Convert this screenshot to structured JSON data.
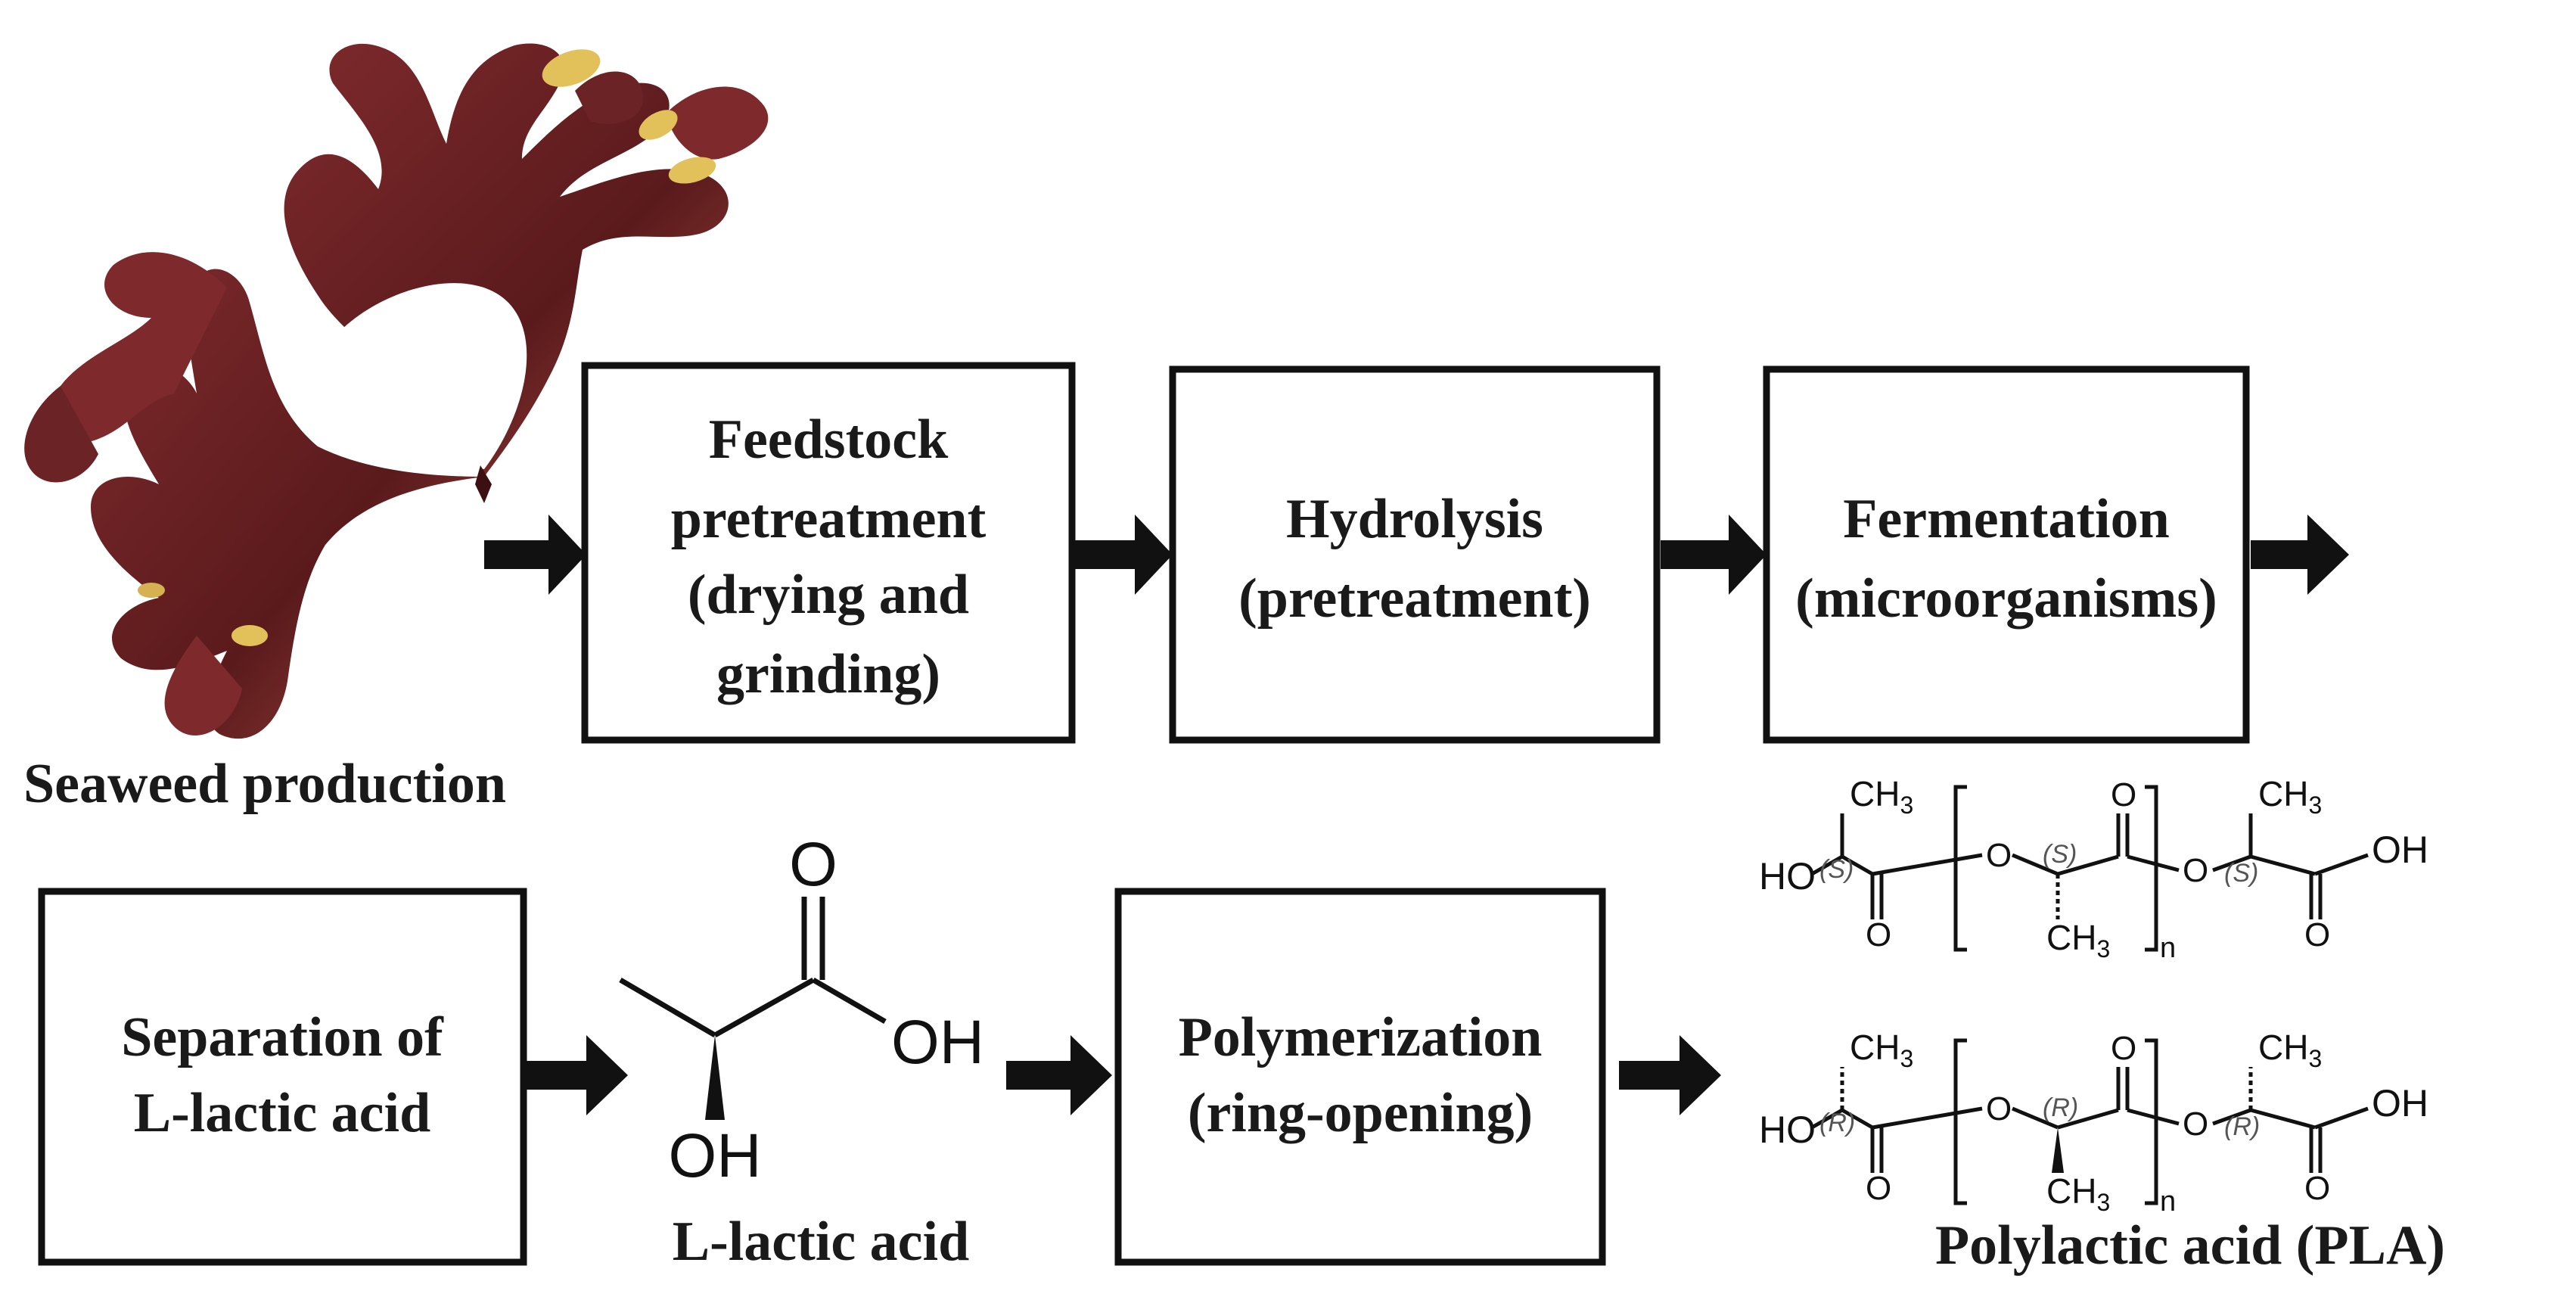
{
  "colors": {
    "box_stroke": "#111111",
    "arrow": "#111111",
    "seaweed_dark": "#5a1a1c",
    "seaweed_mid": "#7e2a2c",
    "seaweed_light": "#a5463e",
    "seaweed_tip": "#e2c15a"
  },
  "seaweed": {
    "caption": "Seaweed production"
  },
  "steps": {
    "feedstock": {
      "lines": [
        "Feedstock",
        "pretreatment",
        "(drying and",
        "grinding)"
      ]
    },
    "hydrolysis": {
      "lines": [
        "Hydrolysis",
        "(pretreatment)"
      ]
    },
    "fermentation": {
      "lines": [
        "Fermentation",
        "(microorganisms)"
      ]
    },
    "separation": {
      "lines": [
        "Separation of",
        "L-lactic acid"
      ]
    },
    "polymerization": {
      "lines": [
        "Polymerization",
        "(ring-opening)"
      ]
    }
  },
  "lactic_acid": {
    "caption": "L-lactic acid",
    "o_label": "O",
    "oh_label": "OH",
    "oh2_label": "OH"
  },
  "pla": {
    "caption": "Polylactic acid (PLA)",
    "ch3": "CH",
    "ch3_sub": "3",
    "ho": "HO",
    "oh": "OH",
    "o": "O",
    "n": "n",
    "s": "(S)",
    "r": "(R)"
  }
}
